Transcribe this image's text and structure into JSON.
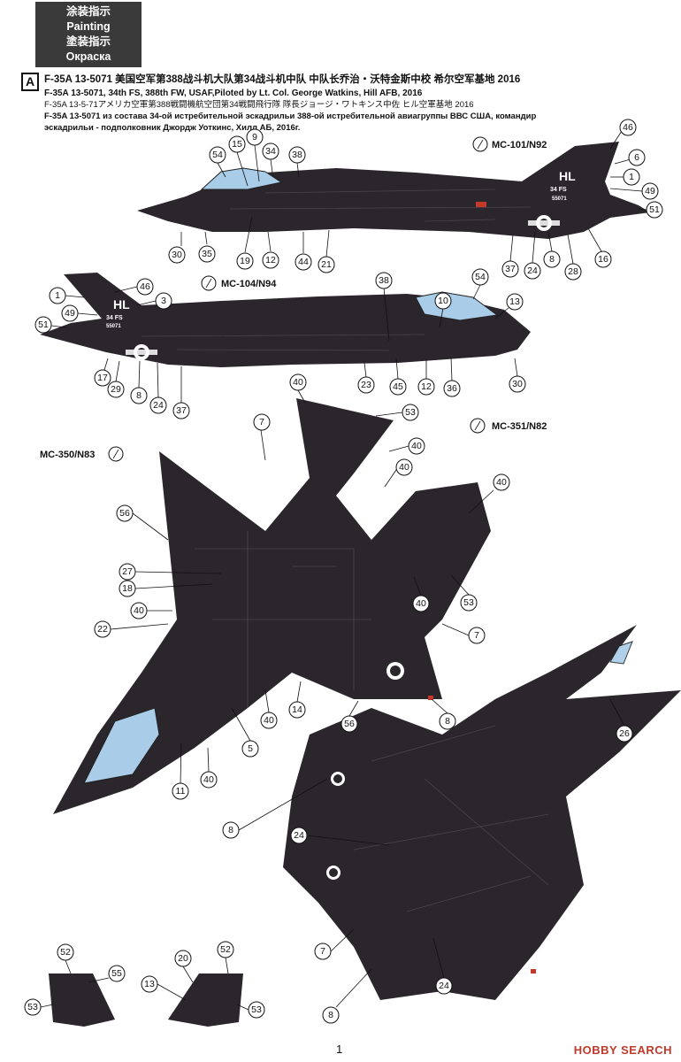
{
  "header": {
    "title_cn": "涂装指示",
    "title_en": "Painting",
    "title_jp": "塗装指示",
    "title_ru": "Окраска"
  },
  "scheme": {
    "letter": "A",
    "caption_cn": "F-35A 13-5071 美国空军第388战斗机大队第34战斗机中队  中队长乔治・沃特金斯中校 希尔空军基地 2016",
    "caption_en": "F-35A 13-5071, 34th FS, 388th FW, USAF,Piloted by  Lt. Col. George Watkins, Hill AFB, 2016",
    "caption_jp": "F-35A  13-5-71アメリカ空軍第388戦闘機航空団第34戦闘飛行隊  隊長ジョージ・ワトキンス中佐 ヒル空軍基地  2016",
    "caption_ru_line1": "F-35A 13-5071 из состава 34-ой истребительной эскадрильи 388-ой истребительной авиагруппы ВВС США, командир",
    "caption_ru_line2": "эскадрильи - подполковник Джордж Уоткинс, Хилл АБ, 2016г."
  },
  "paint_codes": {
    "side_right": "MC-101/N92",
    "side_left": "MC-104/N94",
    "bottom_right": "MC-351/N82",
    "bottom_left": "MC-350/N83"
  },
  "tail_markings": {
    "code": "HL",
    "squadron": "34 FS",
    "serial": "55071"
  },
  "callouts": {
    "c1": "1",
    "c3": "3",
    "c5": "5",
    "c6": "6",
    "c7": "7",
    "c8": "8",
    "c9": "9",
    "c10": "10",
    "c11": "11",
    "c12": "12",
    "c13": "13",
    "c14": "14",
    "c15": "15",
    "c16": "16",
    "c17": "17",
    "c18": "18",
    "c19": "19",
    "c20": "20",
    "c21": "21",
    "c22": "22",
    "c23": "23",
    "c24": "24",
    "c26": "26",
    "c27": "27",
    "c28": "28",
    "c29": "29",
    "c30": "30",
    "c34": "34",
    "c35": "35",
    "c36": "36",
    "c37": "37",
    "c38": "38",
    "c40": "40",
    "c44": "44",
    "c45": "45",
    "c46": "46",
    "c49": "49",
    "c51": "51",
    "c52": "52",
    "c53": "53",
    "c54": "54",
    "c55": "55",
    "c56": "56"
  },
  "footer": {
    "page_number": "1",
    "watermark": "HOBBY SEARCH"
  }
}
